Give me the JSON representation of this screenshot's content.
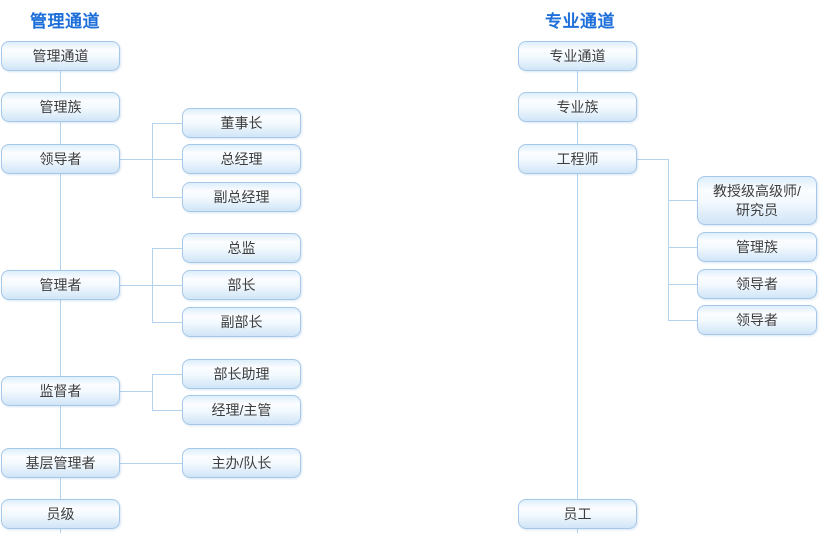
{
  "colors": {
    "title_text": "#1e6fd9",
    "node_border": "#a6c8e8",
    "connector_line": "#b3d2ee",
    "node_text": "#3e3e3e",
    "node_gradient_top": "#ddeefb",
    "node_gradient_bottom": "#d0e5f7",
    "background": "#ffffff"
  },
  "management_channel": {
    "title": "管理通道",
    "levels": [
      "管理通道",
      "管理族",
      "领导者",
      "管理者",
      "监督者",
      "基层管理者",
      "员级"
    ],
    "leader_branches": [
      "董事长",
      "总经理",
      "副总经理"
    ],
    "manager_branches": [
      "总监",
      "部长",
      "副部长"
    ],
    "supervisor_branches": [
      "部长助理",
      "经理/主管"
    ],
    "grassroots_branches": [
      "主办/队长"
    ]
  },
  "professional_channel": {
    "title": "专业通道",
    "levels": [
      "专业通道",
      "专业族",
      "工程师",
      "员工"
    ],
    "engineer_branches": [
      "教授级高级师/\n研究员",
      "管理族",
      "领导者",
      "领导者"
    ]
  }
}
